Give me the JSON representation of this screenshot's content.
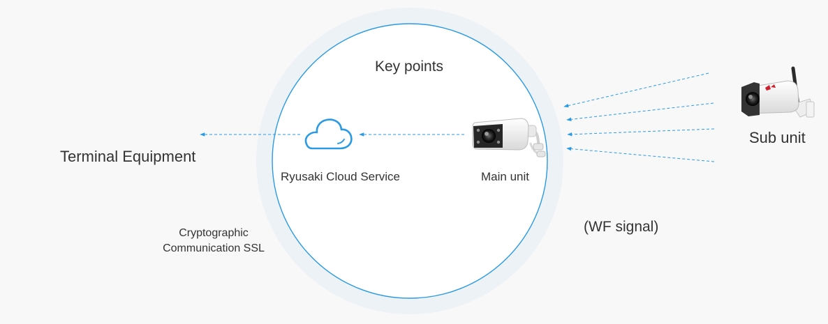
{
  "diagram": {
    "title": "Key points",
    "nodes": {
      "terminal": "Terminal Equipment",
      "cloud": "Ryusaki Cloud Service",
      "main_unit": "Main unit",
      "sub_unit": "Sub unit"
    },
    "annotations": {
      "signal": "(WF signal)",
      "ssl_line1": "Cryptographic",
      "ssl_line2": "Communication SSL"
    },
    "colors": {
      "background": "#f8f8f8",
      "halo": "#edf2f7",
      "circle": "#ffffff",
      "circle_stroke": "#2a9ae3",
      "arrow": "#2a9ae3",
      "text": "#333333",
      "camera_body": "#f2f2f2",
      "camera_dark": "#2c2c2c",
      "brand_red": "#d0202b"
    },
    "icons": {
      "cloud": "cloud-icon",
      "main_camera": "security-camera-icon",
      "sub_camera": "wifi-security-camera-icon"
    }
  }
}
